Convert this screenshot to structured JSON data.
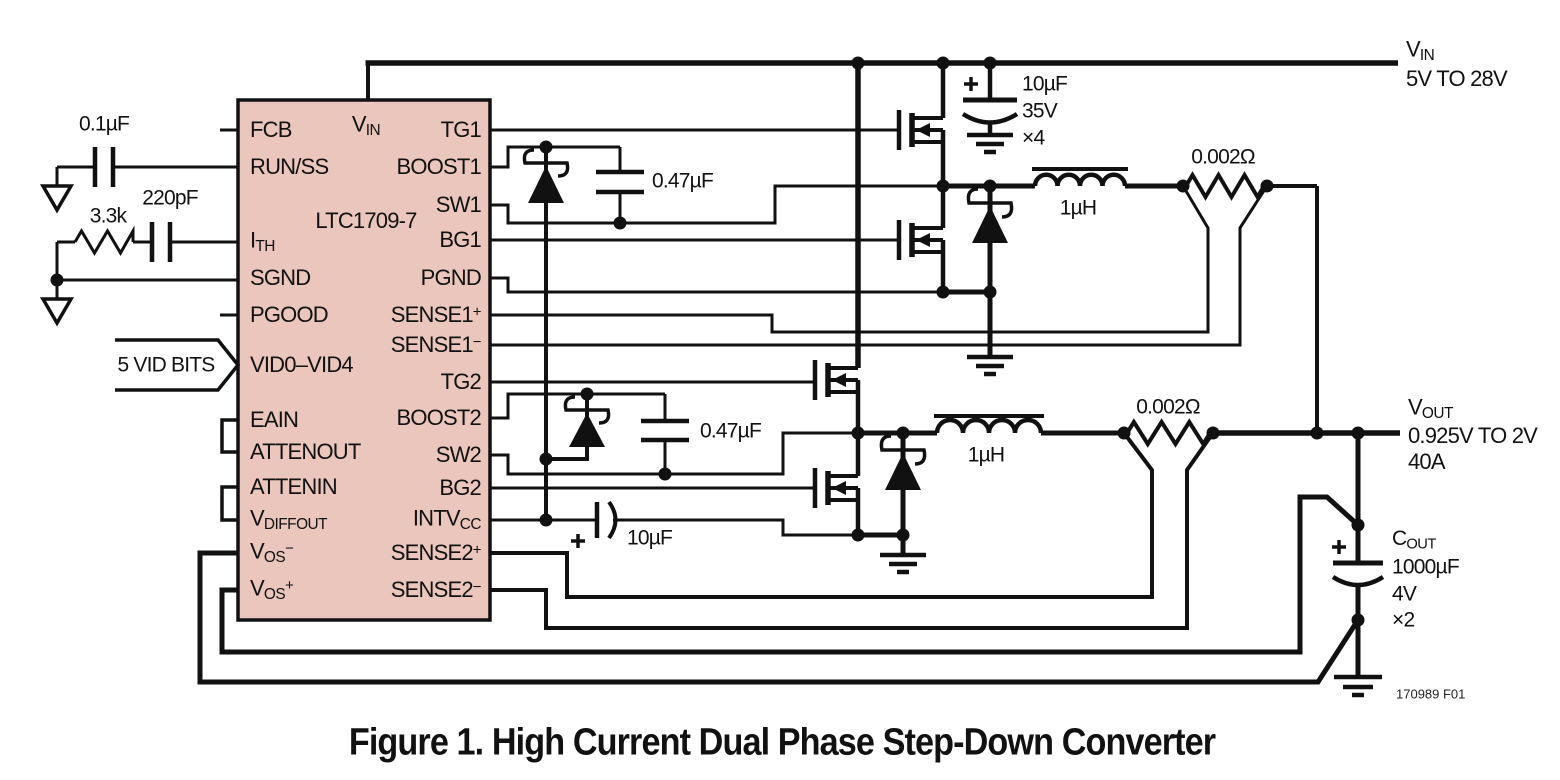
{
  "caption": "Figure 1. High Current Dual Phase Step-Down Converter",
  "figure_note": "170989 F01",
  "colors": {
    "ic_fill": "#EAC6BD",
    "line": "#111111"
  },
  "ic": {
    "part": "LTC1709-7",
    "top_pin": "V_{IN}",
    "left_pins": [
      "FCB",
      "RUN/SS",
      "I_{TH}",
      "SGND",
      "PGOOD",
      "VID0–VID4",
      "EAIN",
      "ATTENOUT",
      "ATTENIN",
      "V_{DIFFOUT}",
      "V_{OS}^{−}",
      "V_{OS}^{+}"
    ],
    "right_pins": [
      "TG1",
      "BOOST1",
      "SW1",
      "BG1",
      "PGND",
      "SENSE1^{+}",
      "SENSE1^{−}",
      "TG2",
      "BOOST2",
      "SW2",
      "BG2",
      "INTV_{CC}",
      "SENSE2^{+}",
      "SENSE2^{−}"
    ]
  },
  "labels": {
    "c_fcb": "0.1µF",
    "r_ith": "3.3k",
    "c_ith": "220pF",
    "vid_bus": "5 VID BITS",
    "boost1_cap": "0.47µF",
    "boost2_cap": "0.47µF",
    "intvcc_cap": "10µF",
    "cin_value": "10µF",
    "cin_voltage": "35V",
    "cin_qty": "×4",
    "l1": "1µH",
    "l2": "1µH",
    "rsense1": "0.002Ω",
    "rsense2": "0.002Ω",
    "cout_name": "C_{OUT}",
    "cout_value": "1000µF",
    "cout_voltage": "4V",
    "cout_qty": "×2",
    "vin_name": "V_{IN}",
    "vin_range": "5V TO 28V",
    "vout_name": "V_{OUT}",
    "vout_range": "0.925V TO 2V",
    "vout_current": "40A"
  }
}
